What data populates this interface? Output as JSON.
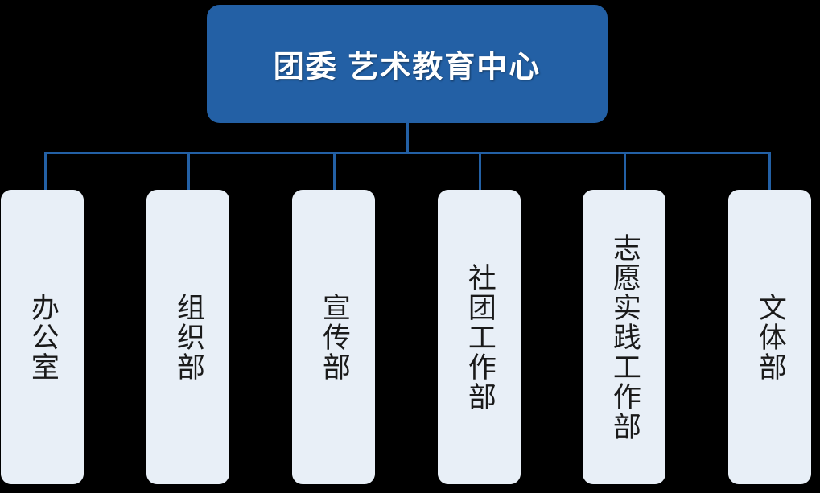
{
  "diagram": {
    "type": "organizational-chart",
    "background_color": "#000000",
    "orientation": "top-down",
    "root": {
      "label": "团委 艺术教育中心",
      "fill_color": "#2360A5",
      "text_color": "#FFFFFF"
    },
    "connector": {
      "color": "#2360A5",
      "style": "orthogonal-bus"
    },
    "children": [
      {
        "id": "office",
        "label": "办公室",
        "fill_color": "#E8EFF7",
        "text_color": "#1A1A1A"
      },
      {
        "id": "organization-dept",
        "label": "组织部",
        "fill_color": "#E8EFF7",
        "text_color": "#1A1A1A"
      },
      {
        "id": "publicity-dept",
        "label": "宣传部",
        "fill_color": "#E8EFF7",
        "text_color": "#1A1A1A"
      },
      {
        "id": "club-work-dept",
        "label": "社团工作部",
        "fill_color": "#E8EFF7",
        "text_color": "#1A1A1A"
      },
      {
        "id": "volunteer-work-dept",
        "label": "志愿实践工作部",
        "fill_color": "#E8EFF7",
        "text_color": "#1A1A1A"
      },
      {
        "id": "culture-sports-dept",
        "label": "文体部",
        "fill_color": "#E8EFF7",
        "text_color": "#1A1A1A"
      }
    ]
  }
}
